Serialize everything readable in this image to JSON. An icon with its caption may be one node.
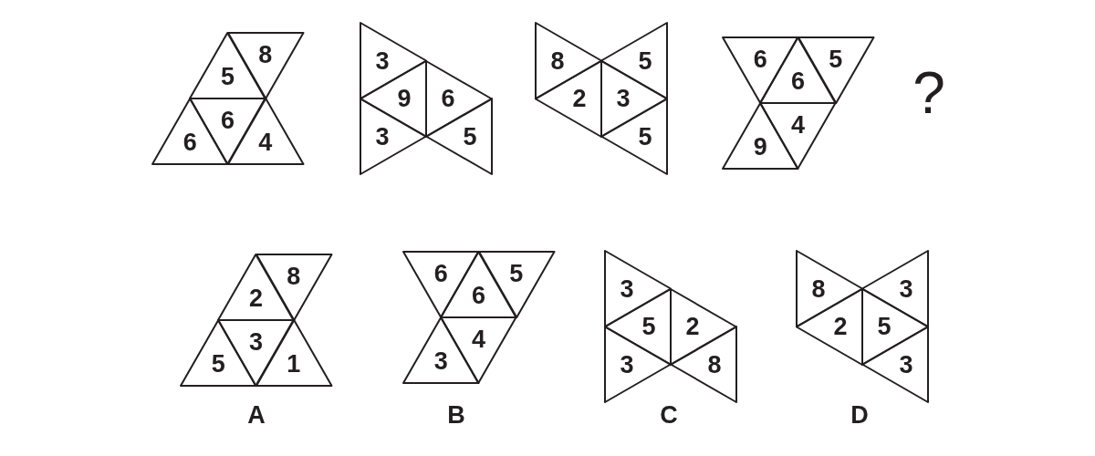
{
  "diagram": {
    "nodes": [
      {
        "text": [
          "5"
        ]
      },
      {
        "text": [
          "8"
        ]
      },
      {
        "text": [
          "6"
        ]
      },
      {
        "text": [
          "6"
        ]
      },
      {
        "text": [
          "4"
        ]
      },
      {
        "text": [
          "3"
        ]
      },
      {
        "text": [
          "9"
        ]
      },
      {
        "text": [
          "6"
        ]
      },
      {
        "text": [
          "3"
        ]
      },
      {
        "text": [
          "5"
        ]
      },
      {
        "text": [
          "8"
        ]
      },
      {
        "text": [
          "5"
        ]
      },
      {
        "text": [
          "2"
        ]
      },
      {
        "text": [
          "3"
        ]
      },
      {
        "text": [
          "5"
        ]
      },
      {
        "text": [
          "6"
        ]
      },
      {
        "text": [
          "6"
        ]
      },
      {
        "text": [
          "5"
        ]
      },
      {
        "text": [
          "9"
        ]
      },
      {
        "text": [
          "4"
        ]
      },
      {
        "text": [
          "2"
        ]
      },
      {
        "text": [
          "8"
        ]
      },
      {
        "text": [
          "5"
        ]
      },
      {
        "text": [
          "3"
        ]
      },
      {
        "text": [
          "1"
        ]
      },
      {
        "text": [
          "6"
        ]
      },
      {
        "text": [
          "6"
        ]
      },
      {
        "text": [
          "5"
        ]
      },
      {
        "text": [
          "3"
        ]
      },
      {
        "text": [
          "4"
        ]
      },
      {
        "text": [
          "3"
        ]
      },
      {
        "text": [
          "5"
        ]
      },
      {
        "text": [
          "2"
        ]
      },
      {
        "text": [
          "3"
        ]
      },
      {
        "text": [
          "8"
        ]
      },
      {
        "text": [
          "8"
        ]
      },
      {
        "text": [
          "3"
        ]
      },
      {
        "text": [
          "2"
        ]
      },
      {
        "text": [
          "5"
        ]
      },
      {
        "text": [
          "3"
        ]
      }
    ],
    "labels": [
      "?",
      "A",
      "B",
      "C",
      "D"
    ]
  }
}
